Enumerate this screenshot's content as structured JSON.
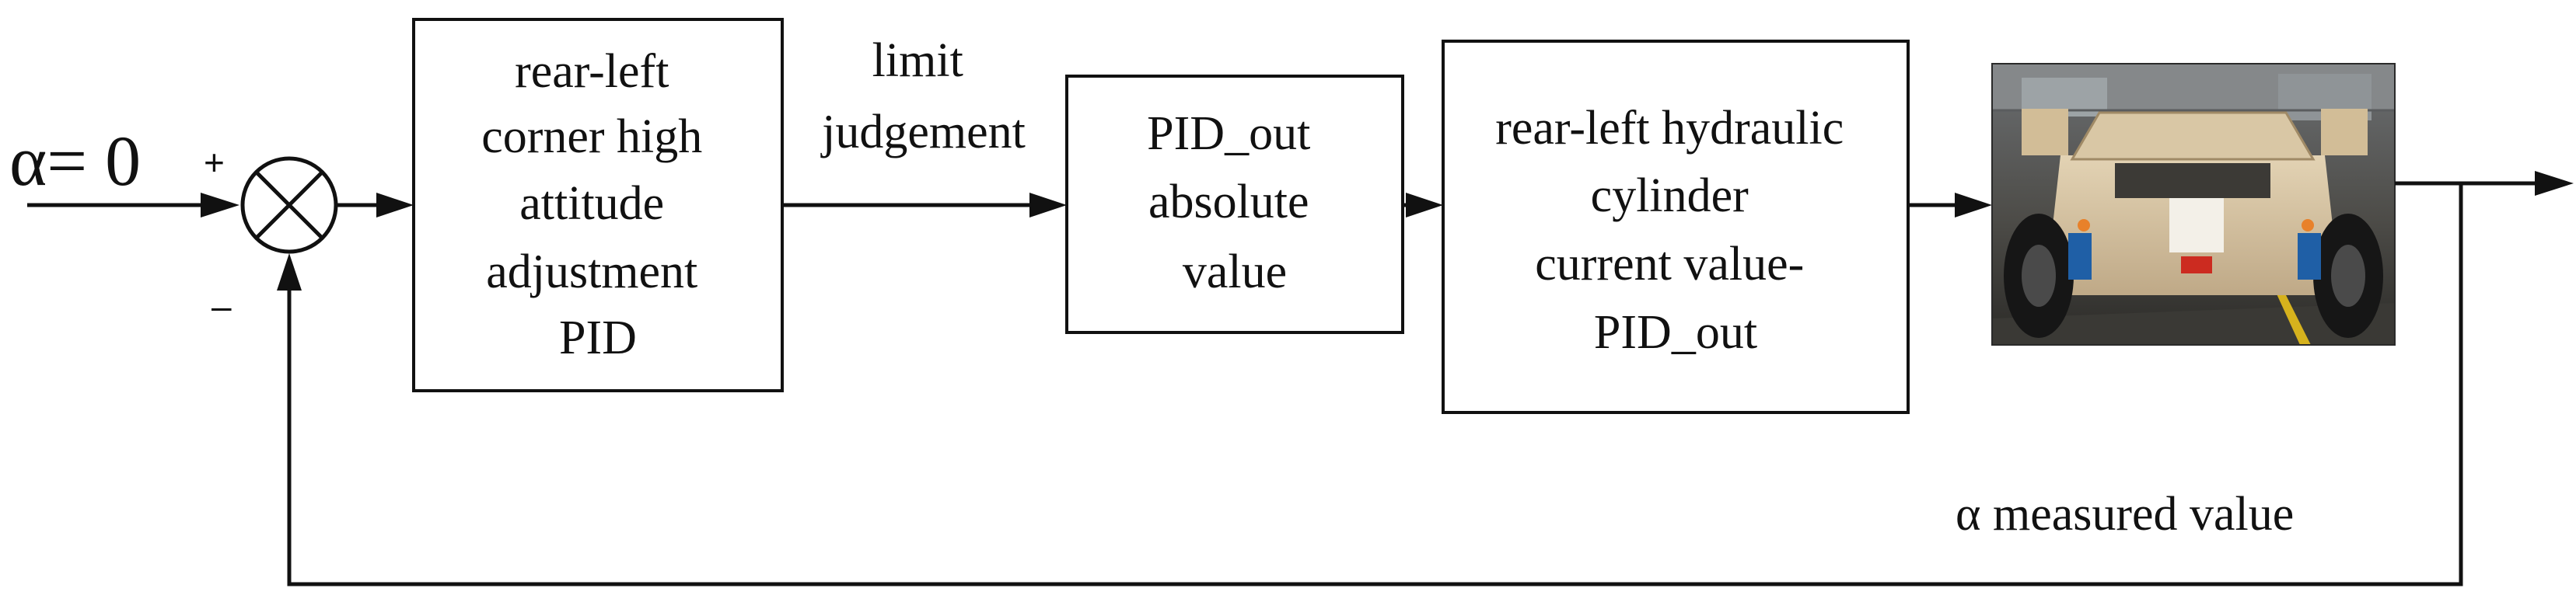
{
  "input_label": "α= 0",
  "summing_junction": {
    "plus": "+",
    "minus": "–"
  },
  "blocks": [
    {
      "id": "pid",
      "lines": [
        "rear-left",
        "corner high",
        "attitude",
        "adjustment",
        "PID"
      ]
    },
    {
      "id": "abs",
      "lines": [
        "PID_out",
        "absolute",
        "value"
      ]
    },
    {
      "id": "cyl",
      "lines": [
        "rear-left hydraulic",
        "cylinder",
        "current value-",
        "PID_out"
      ]
    }
  ],
  "edge_labels": {
    "limit": [
      "limit",
      "judgement"
    ],
    "feedback": "α measured value"
  },
  "plant": {
    "icon": "vehicle-photo-icon"
  },
  "colors": {
    "line": "#111111",
    "background": "#ffffff"
  }
}
